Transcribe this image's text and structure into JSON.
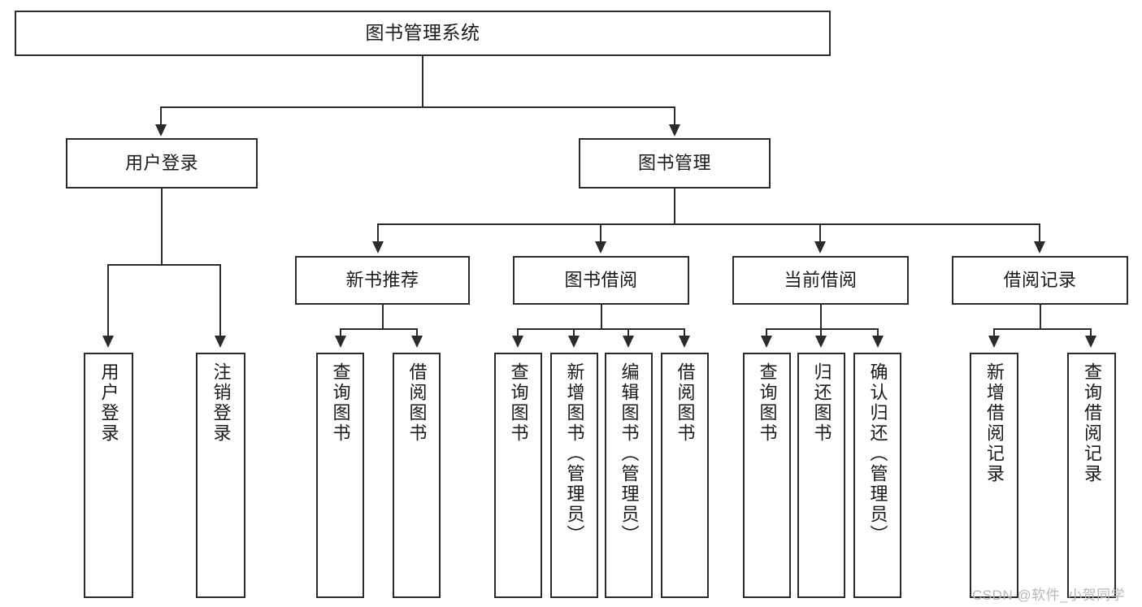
{
  "diagram": {
    "title": "图书管理系统",
    "type": "hierarchy-tree",
    "levels": 4,
    "root": {
      "id": "root",
      "label": "图书管理系统"
    },
    "level2": [
      {
        "id": "user-login",
        "label": "用户登录"
      },
      {
        "id": "book-manage",
        "label": "图书管理"
      }
    ],
    "level3": [
      {
        "id": "new-book-recommend",
        "label": "新书推荐"
      },
      {
        "id": "book-borrow",
        "label": "图书借阅"
      },
      {
        "id": "current-borrow",
        "label": "当前借阅"
      },
      {
        "id": "borrow-record",
        "label": "借阅记录"
      }
    ],
    "leaves": {
      "user_login": [
        {
          "id": "leaf-user-login",
          "label": "用户登录"
        },
        {
          "id": "leaf-logout",
          "label": "注销登录"
        }
      ],
      "new_book_recommend": [
        {
          "id": "leaf-query-book-1",
          "label": "查询图书"
        },
        {
          "id": "leaf-borrow-book-1",
          "label": "借阅图书"
        }
      ],
      "book_borrow": [
        {
          "id": "leaf-query-book-2",
          "label": "查询图书"
        },
        {
          "id": "leaf-add-book",
          "label": "新增图书（管理员）"
        },
        {
          "id": "leaf-edit-book",
          "label": "编辑图书（管理员）"
        },
        {
          "id": "leaf-borrow-book-2",
          "label": "借阅图书"
        }
      ],
      "current_borrow": [
        {
          "id": "leaf-query-book-3",
          "label": "查询图书"
        },
        {
          "id": "leaf-return-book",
          "label": "归还图书"
        },
        {
          "id": "leaf-confirm-return",
          "label": "确认归还（管理员）"
        }
      ],
      "borrow_record": [
        {
          "id": "leaf-add-record",
          "label": "新增借阅记录"
        },
        {
          "id": "leaf-query-record",
          "label": "查询借阅记录"
        }
      ]
    }
  },
  "watermark": {
    "text": "CSDN @软件_小贺同学"
  },
  "colors": {
    "stroke": "#2b2b2b",
    "background": "#ffffff",
    "text": "#1a1a1a",
    "watermark": "#b8b8b8"
  }
}
